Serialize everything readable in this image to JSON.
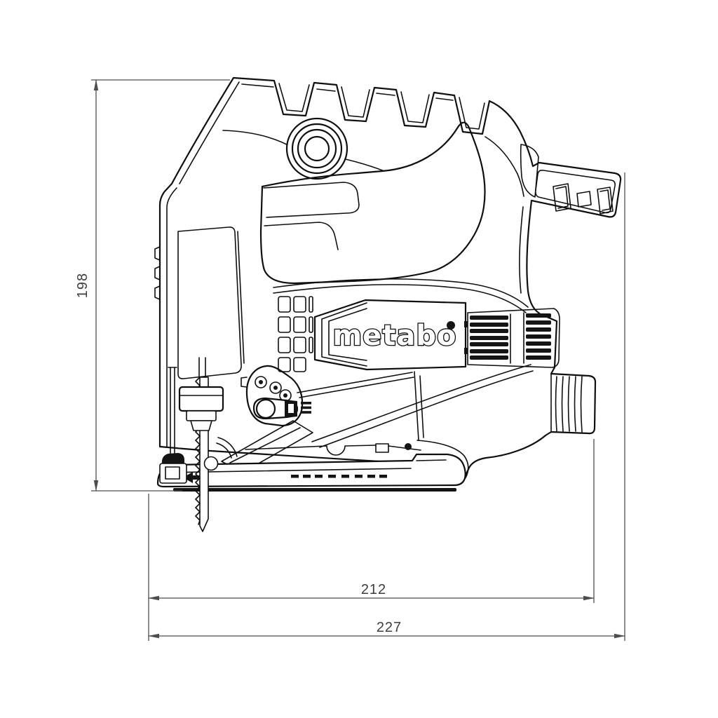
{
  "drawing": {
    "brand_logo": "metabo",
    "colors": {
      "line": "#0f0f0f",
      "dimension_line": "#4d4d4d",
      "background": "#ffffff"
    },
    "dimensions": {
      "height": "198",
      "body_length": "212",
      "overall_length": "227"
    }
  }
}
